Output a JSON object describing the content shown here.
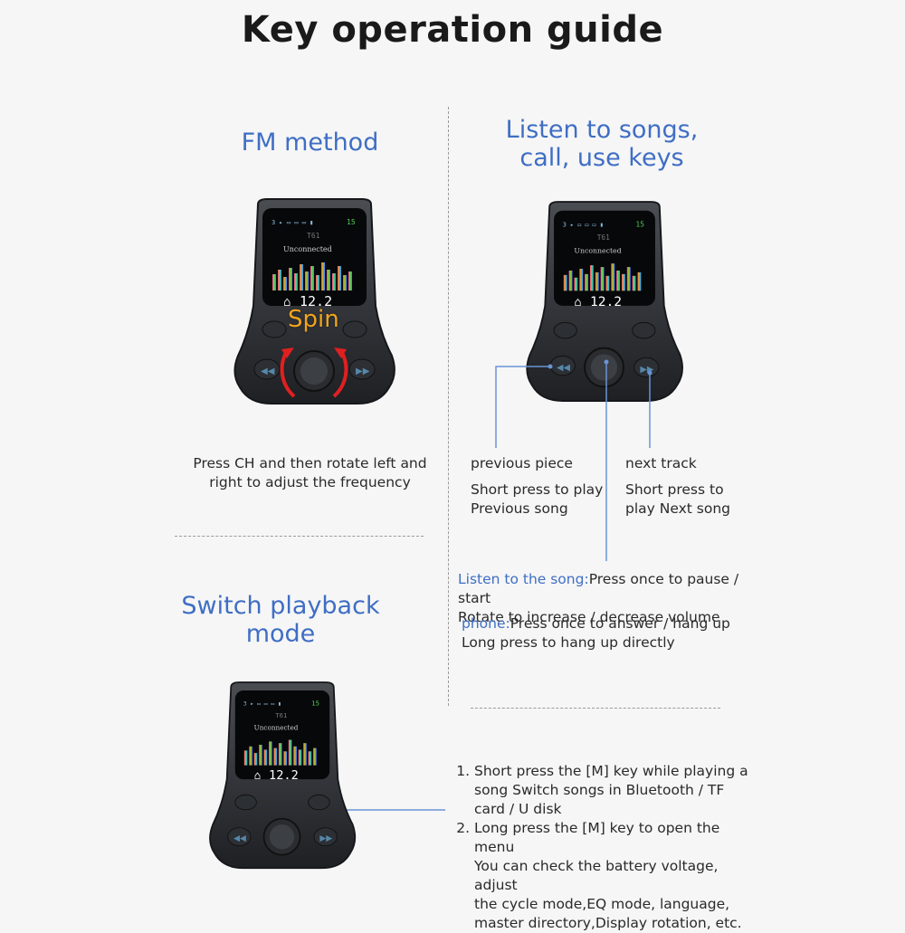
{
  "title": "Key operation guide",
  "fm": {
    "heading": "FM method",
    "spin": "Spin",
    "desc_line1": "Press CH and then rotate left and",
    "desc_line2": "right to adjust the frequency"
  },
  "listen": {
    "heading_line1": "Listen to songs,",
    "heading_line2": "call, use keys",
    "prev_title": "previous piece",
    "prev_desc1": "Short press to play",
    "prev_desc2": "Previous song",
    "next_title": "next track",
    "next_desc1": "Short press to",
    "next_desc2": "play Next song",
    "song_label": "Listen to the song:",
    "song_desc1": "Press once to pause / start",
    "song_desc2": "Rotate to increase / decrease volume",
    "phone_label": "phone:",
    "phone_desc1": "Press once to answer / hang up",
    "phone_desc2": "Long press to hang up directly"
  },
  "switch": {
    "heading_line1": "Switch playback",
    "heading_line2": "mode",
    "step1_line1": "Short press the [M] key while playing a",
    "step1_line2": "song Switch songs in Bluetooth / TF",
    "step1_line3": "card / U disk",
    "step2_line1": "Long press the [M] key to open the menu",
    "step2_line2": "You can check the battery voltage, adjust",
    "step2_line3": "the cycle mode,EQ mode, language,",
    "step2_line4": "master directory,Display rotation, etc."
  },
  "screen": {
    "model": "T61",
    "status": "Unconnected",
    "volt": "12.2",
    "voltage_value": "15"
  },
  "colors": {
    "accent": "#3f6ec4",
    "spin": "#f0a41e",
    "arrow": "#e02020",
    "line": "#6a93d6"
  }
}
